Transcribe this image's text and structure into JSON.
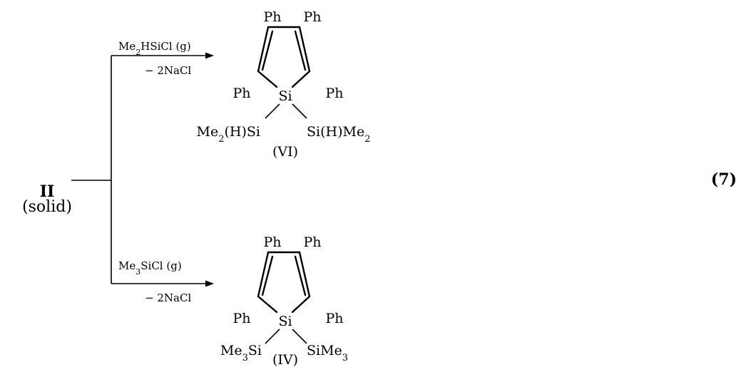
{
  "start": {
    "label": "II",
    "state": "(solid)"
  },
  "equation_number": "(7)",
  "upper": {
    "reagent_prefix": "Me",
    "reagent_sub": "2",
    "reagent_suffix": "HSiCl (g)",
    "byproduct": "− 2NaCl",
    "product": {
      "ph": [
        "Ph",
        "Ph",
        "Ph",
        "Ph"
      ],
      "ring_atom": "Si",
      "left_sub": {
        "pre": "Me",
        "sub": "2",
        "post": "(H)Si"
      },
      "right_sub": {
        "pre": "Si(H)Me",
        "sub": "2",
        "post": ""
      },
      "label": "(VI)"
    }
  },
  "lower": {
    "reagent_prefix": "Me",
    "reagent_sub": "3",
    "reagent_suffix": "SiCl (g)",
    "byproduct": "− 2NaCl",
    "product": {
      "ph": [
        "Ph",
        "Ph",
        "Ph",
        "Ph"
      ],
      "ring_atom": "Si",
      "left_sub": {
        "pre": "Me",
        "sub": "3",
        "post": "Si"
      },
      "right_sub": {
        "pre": "SiMe",
        "sub": "3",
        "post": ""
      },
      "label": "(IV)"
    }
  }
}
